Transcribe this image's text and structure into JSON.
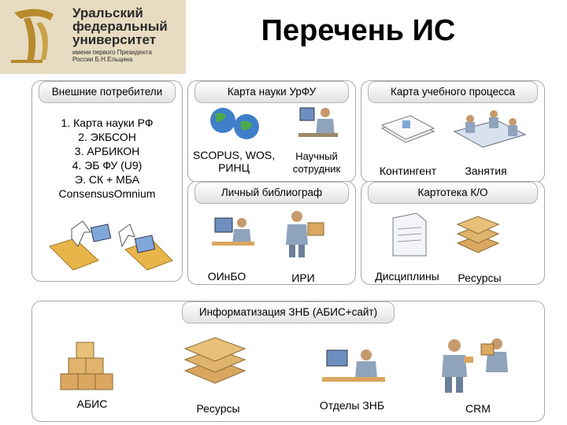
{
  "logo": {
    "line1": "Уральский",
    "line2": "федеральный",
    "line3": "университет",
    "sub1": "имени первого Президента",
    "sub2": "России Б.Н.Ельцина"
  },
  "title": "Перечень ИС",
  "panels": {
    "external": {
      "title": "Внешние потребители",
      "items": [
        "1. Карта науки РФ",
        "2. ЭКБСОН",
        "3. АРБИКОН",
        "4. ЭБ ФУ (U9)",
        "Э. СК + МБА",
        "ConsensusOmnium"
      ]
    },
    "science_map": {
      "title": "Карта науки УрФУ",
      "label_left": "SCOPUS, WOS, РИНЦ",
      "label_right": "Научный сотрудник"
    },
    "edu_map": {
      "title": "Карта учебного процесса",
      "label_left": "Контингент",
      "label_right": "Занятия"
    },
    "biblio": {
      "title": "Личный библиограф",
      "label_left": "ОИнБО",
      "label_right": "ИРИ"
    },
    "cards": {
      "title": "Картотека К/О",
      "label_left": "Дисциплины",
      "label_right": "Ресурсы"
    },
    "znb": {
      "title": "Информатизация ЗНБ (АБИС+сайт)",
      "labels": [
        "АБИС",
        "Ресурсы",
        "Отделы ЗНБ",
        "CRM"
      ]
    }
  },
  "colors": {
    "logo_bg": "#e7dcc1",
    "border": "#a9a9a9",
    "folder": "#e8b54a",
    "box": "#d9a760",
    "person": "#8fa3bd"
  }
}
